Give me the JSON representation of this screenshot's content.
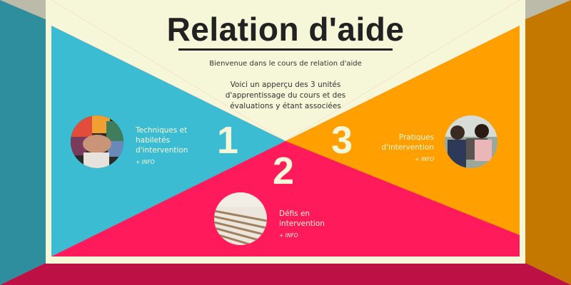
{
  "colors": {
    "cream": "#f6f6d8",
    "blue": "#3bbcd3",
    "blue_dark": "#2f8e9e",
    "orange": "#ff9f00",
    "orange_dark": "#c57800",
    "pink": "#ff1a5b",
    "pink_dark": "#bd1145",
    "top_outside": "#bcbaa8",
    "text_dark": "#222222"
  },
  "header": {
    "title": "Relation d'aide",
    "welcome": "Bienvenue dans le cours de relation d'aide",
    "intro": "Voici un apperçu des 3 unités d'apprentissage du cours et des évaluations y étant associées"
  },
  "units": [
    {
      "number": "1",
      "title_lines": [
        "Techniques et",
        "habiletés",
        "d'intervention"
      ],
      "info_label": "+ INFO",
      "photo": "hands-stacked-photo"
    },
    {
      "number": "2",
      "title_lines": [
        "Défis en",
        "intervention"
      ],
      "info_label": "+ INFO",
      "photo": "staircase-photo"
    },
    {
      "number": "3",
      "title_lines": [
        "Pratiques",
        "d'intervention"
      ],
      "info_label": "+ INFO",
      "photo": "conversation-photo"
    }
  ]
}
